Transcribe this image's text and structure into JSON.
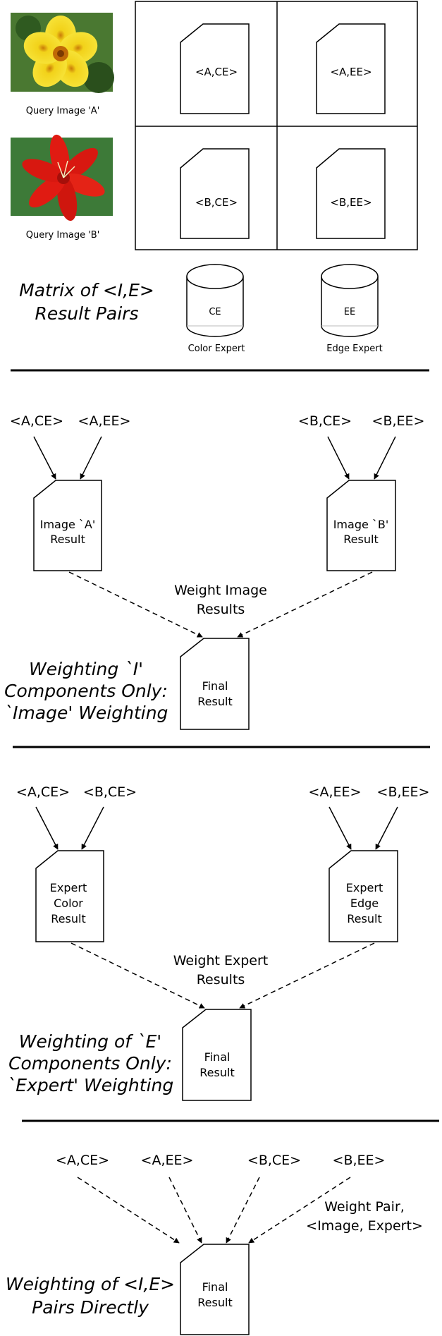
{
  "top": {
    "query_a": "Query Image 'A'",
    "query_b": "Query Image 'B'",
    "cells": [
      "<A,CE>",
      "<A,EE>",
      "<B,CE>",
      "<B,EE>"
    ],
    "matrix_caption": [
      "Matrix of <I,E>",
      "Result Pairs"
    ],
    "color_db": "CE",
    "color_expert": "Color Expert",
    "edge_db": "EE",
    "edge_expert": "Edge Expert"
  },
  "image_section": {
    "left_inputs": [
      "<A,CE>",
      "<A,EE>"
    ],
    "right_inputs": [
      "<B,CE>",
      "<B,EE>"
    ],
    "left_result": [
      "Image `A'",
      "Result"
    ],
    "right_result": [
      "Image `B'",
      "Result"
    ],
    "weight_label": [
      "Weight Image",
      "Results"
    ],
    "final": [
      "Final",
      "Result"
    ],
    "caption": [
      "Weighting `I'",
      "Components Only:",
      "`Image' Weighting"
    ]
  },
  "expert_section": {
    "left_inputs": [
      "<A,CE>",
      "<B,CE>"
    ],
    "right_inputs": [
      "<A,EE>",
      "<B,EE>"
    ],
    "left_result": [
      "Expert",
      "Color",
      "Result"
    ],
    "right_result": [
      "Expert",
      "Edge",
      "Result"
    ],
    "weight_label": [
      "Weight Expert",
      "Results"
    ],
    "final": [
      "Final",
      "Result"
    ],
    "caption": [
      "Weighting of `E'",
      "Components Only:",
      "`Expert' Weighting"
    ]
  },
  "pair_section": {
    "inputs": [
      "<A,CE>",
      "<A,EE>",
      "<B,CE>",
      "<B,EE>"
    ],
    "weight_label": [
      "Weight Pair,",
      "<Image, Expert>"
    ],
    "final": [
      "Final",
      "Result"
    ],
    "caption": [
      "Weighting of <I,E>",
      "Pairs Directly"
    ]
  }
}
